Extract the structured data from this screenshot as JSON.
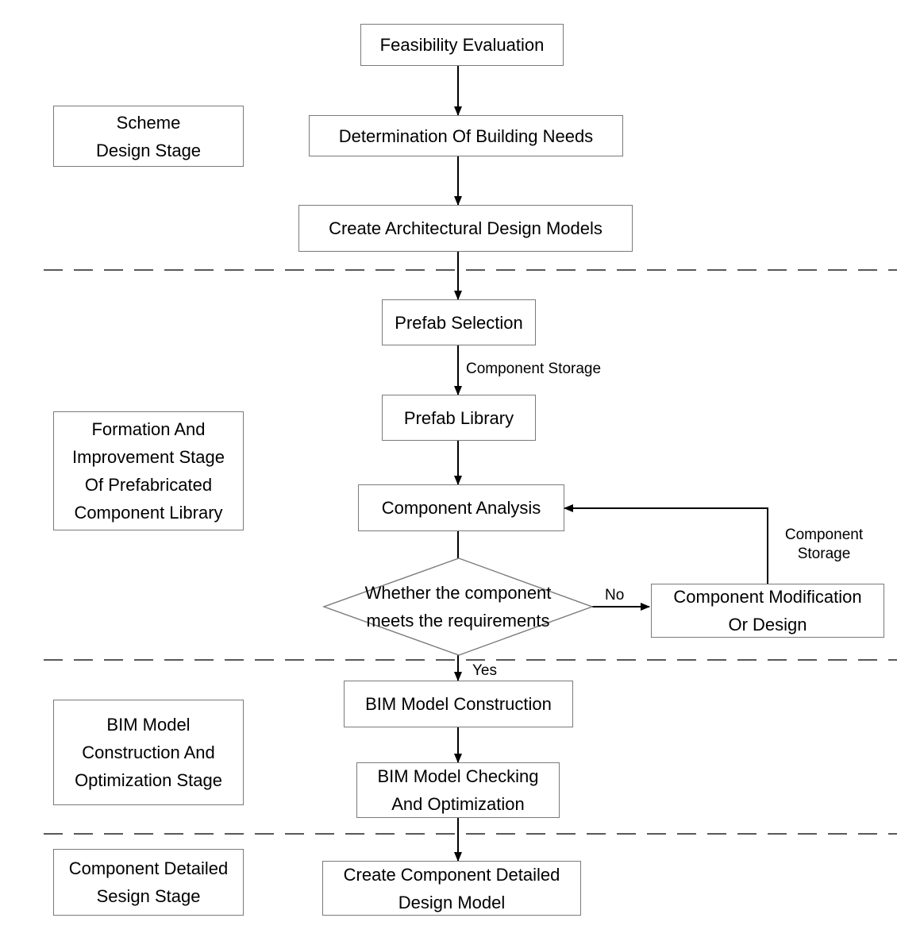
{
  "stages": {
    "scheme": [
      "Scheme",
      "Design Stage"
    ],
    "library": [
      "Formation And",
      "Improvement Stage",
      "Of Prefabricated",
      "Component Library"
    ],
    "bim": [
      "BIM Model",
      "Construction And",
      "Optimization Stage"
    ],
    "detailed": [
      "Component Detailed",
      "Sesign Stage"
    ]
  },
  "nodes": {
    "feasibility": "Feasibility Evaluation",
    "needs": "Determination Of Building Needs",
    "create_models": "Create Architectural Design Models",
    "prefab_selection": "Prefab Selection",
    "prefab_library": "Prefab Library",
    "component_analysis": "Component Analysis",
    "decision": [
      "Whether the component",
      "meets the requirements"
    ],
    "modification": [
      "Component Modification",
      "Or Design"
    ],
    "bim_construction": "BIM Model Construction",
    "bim_checking": [
      "BIM Model Checking",
      "And Optimization"
    ],
    "detailed_model": [
      "Create Component Detailed",
      "Design Model"
    ]
  },
  "edge_labels": {
    "storage_main": "Component Storage",
    "storage_loop": [
      "Component",
      "Storage"
    ],
    "no": "No",
    "yes": "Yes"
  },
  "colors": {
    "line": "#000000",
    "box_border": "#7a7a7a"
  }
}
